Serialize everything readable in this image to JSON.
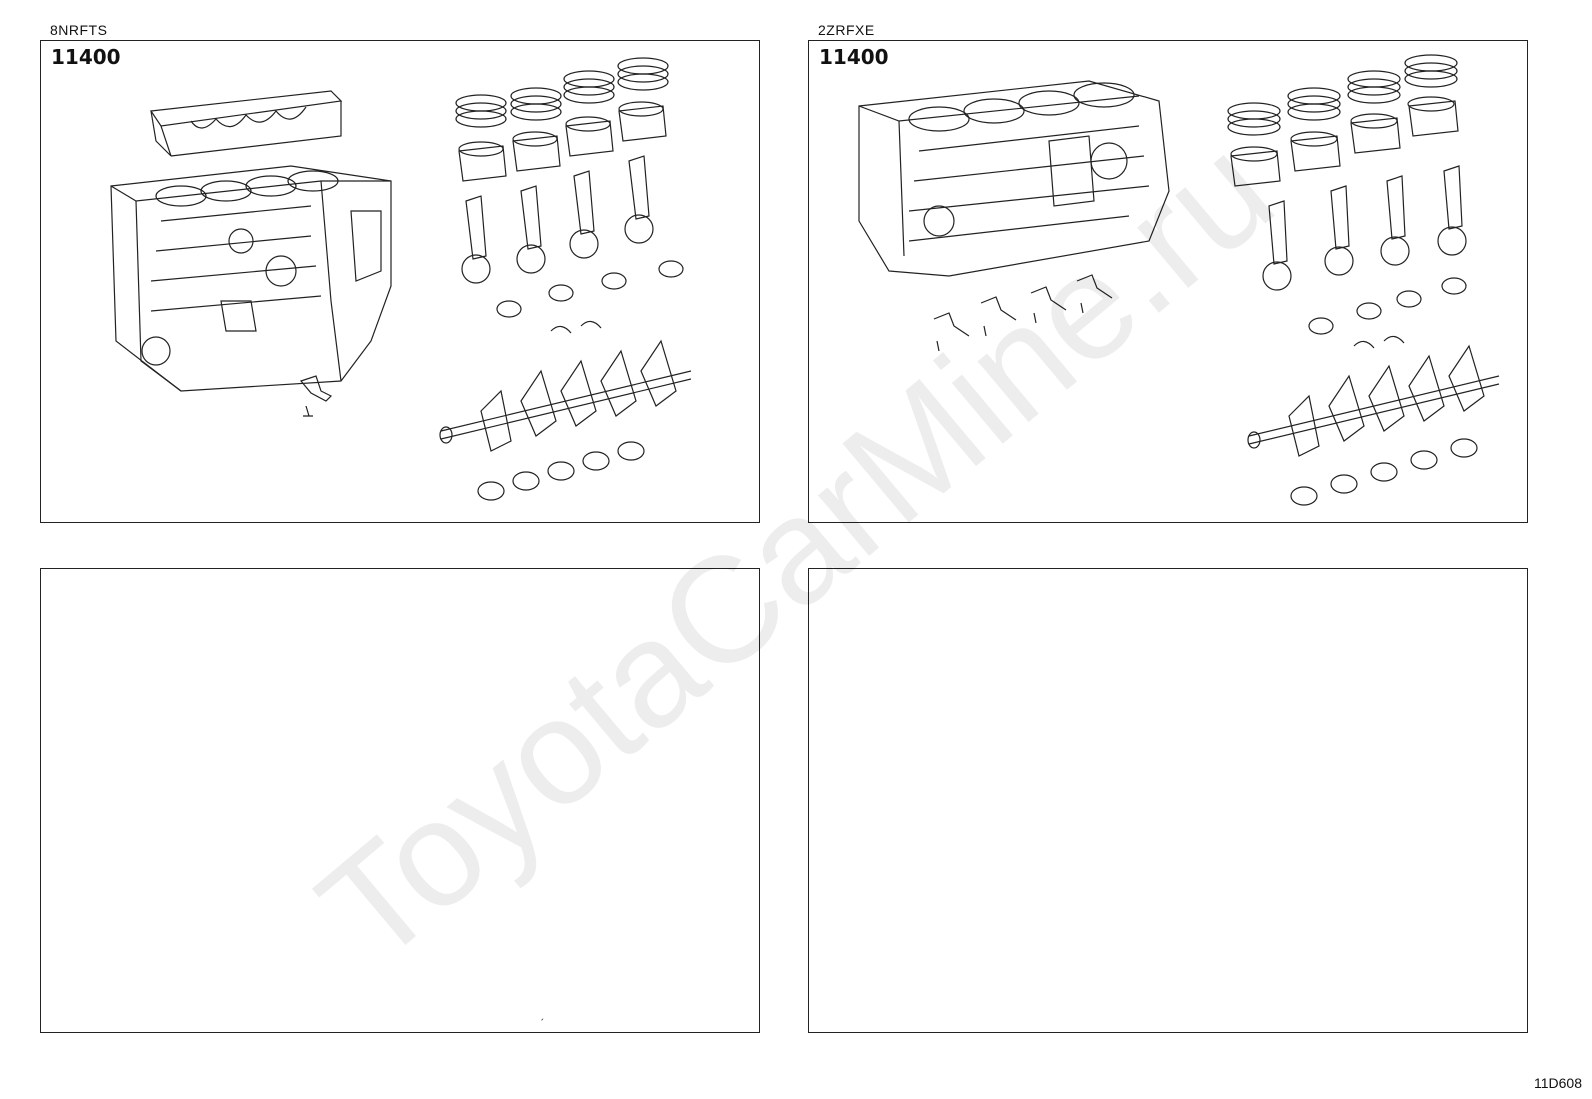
{
  "panels": [
    {
      "engine": "8NRFTS",
      "part_code": "11400"
    },
    {
      "engine": "2ZRFXE",
      "part_code": "11400"
    }
  ],
  "empty_panels": 2,
  "watermark": "ToyotaCarMine.ru",
  "page_code": "11D608",
  "colors": {
    "line": "#222222",
    "watermark": "#e6e6e6",
    "background": "#ffffff"
  }
}
